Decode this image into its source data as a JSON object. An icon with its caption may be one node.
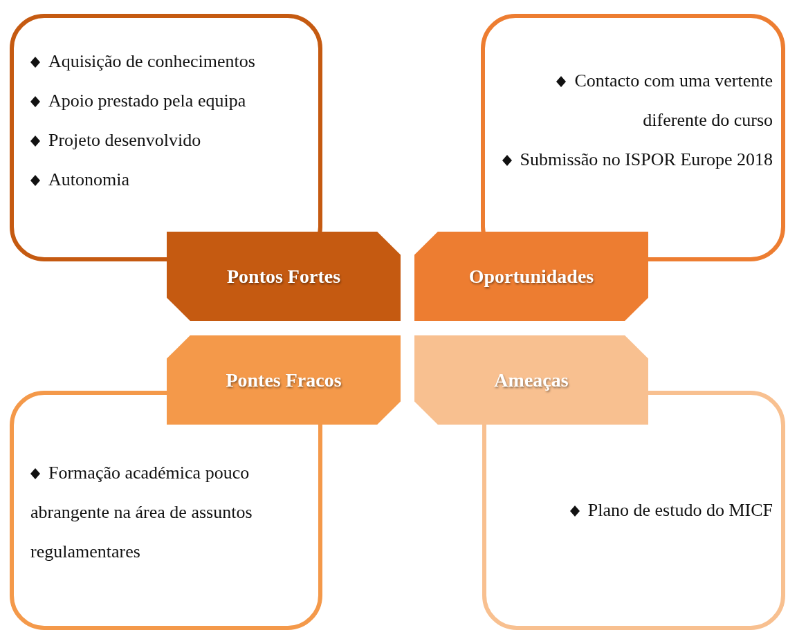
{
  "diagram": {
    "nodes": [
      {
        "text": [
          "Aquisição de conhecimentos",
          "Apoio prestado pela equipa",
          "Projeto desenvolvido",
          "Autonomia"
        ]
      },
      {
        "text": [
          "Contacto com uma vertente diferente do curso",
          "Submissão no ISPOR Europe 2018"
        ]
      },
      {
        "text": [
          "Pontos Fortes"
        ]
      },
      {
        "text": [
          "Oportunidades"
        ]
      },
      {
        "text": [
          "Pontes Fracos"
        ]
      },
      {
        "text": [
          "Ameaças"
        ]
      },
      {
        "text": [
          "Formação académica pouco abrangente na área de assuntos regulamentares"
        ]
      },
      {
        "text": [
          "Plano de estudo do MICF"
        ]
      }
    ],
    "edges": []
  }
}
